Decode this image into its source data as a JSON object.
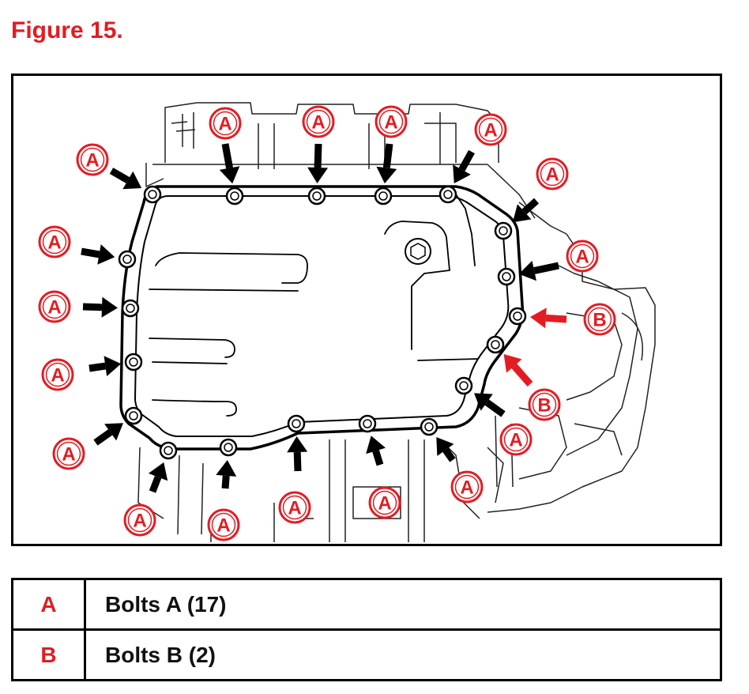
{
  "figure": {
    "title": "Figure 15."
  },
  "colors": {
    "accent_red": "#e31c23",
    "line_black": "#000000"
  },
  "diagram": {
    "callout_A": "A",
    "callout_B": "B",
    "bolt_count_A": 17,
    "bolt_count_B": 2
  },
  "legend": {
    "rows": [
      {
        "letter": "A",
        "label": "Bolts A (17)"
      },
      {
        "letter": "B",
        "label": "Bolts B (2)"
      }
    ]
  }
}
